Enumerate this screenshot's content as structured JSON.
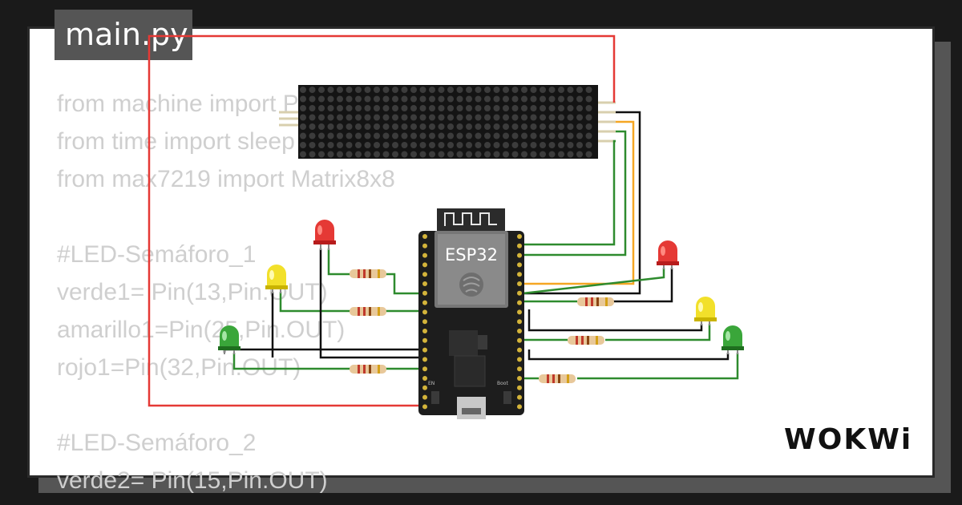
{
  "file_tab": {
    "label": "main.py"
  },
  "code_lines": [
    "from machine import Pin",
    "from time import sleep",
    "from max7219 import Matrix8x8",
    "",
    "#LED-Semáforo_1",
    "verde1= Pin(13,Pin.OUT)",
    "amarillo1=Pin(25,Pin.OUT)",
    "rojo1=Pin(32,Pin.OUT)",
    "",
    "#LED-Semáforo_2",
    "verde2= Pin(15,Pin.OUT)"
  ],
  "board": {
    "label": "ESP32",
    "boot_label": "Boot",
    "en_label": "EN"
  },
  "brand": {
    "logo_text": "WOKWi"
  },
  "colors": {
    "wire_red": "#e53935",
    "wire_green": "#2e8b2e",
    "wire_black": "#111111",
    "wire_orange": "#f5a623",
    "board": "#1d1d1d"
  }
}
